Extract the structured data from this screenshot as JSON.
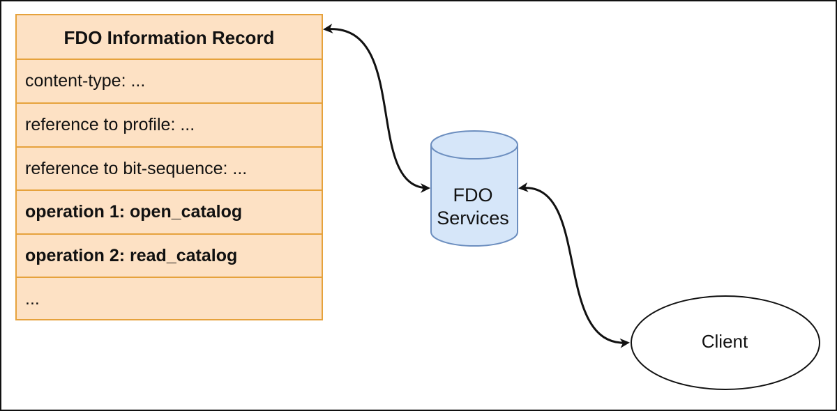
{
  "record": {
    "title": "FDO Information Record",
    "rows": [
      "content-type: ...",
      "reference to profile: ...",
      "reference to bit-sequence: ...",
      "operation 1: open_catalog",
      "operation 2: read_catalog",
      "..."
    ],
    "bold_rows": [
      3,
      4
    ]
  },
  "services": {
    "line1": "FDO",
    "line2": "Services"
  },
  "client": {
    "label": "Client"
  },
  "colors": {
    "record_fill": "#fde1c4",
    "record_stroke": "#e6a23c",
    "cylinder_fill": "#d6e6f9",
    "cylinder_stroke": "#6c8ebf"
  }
}
